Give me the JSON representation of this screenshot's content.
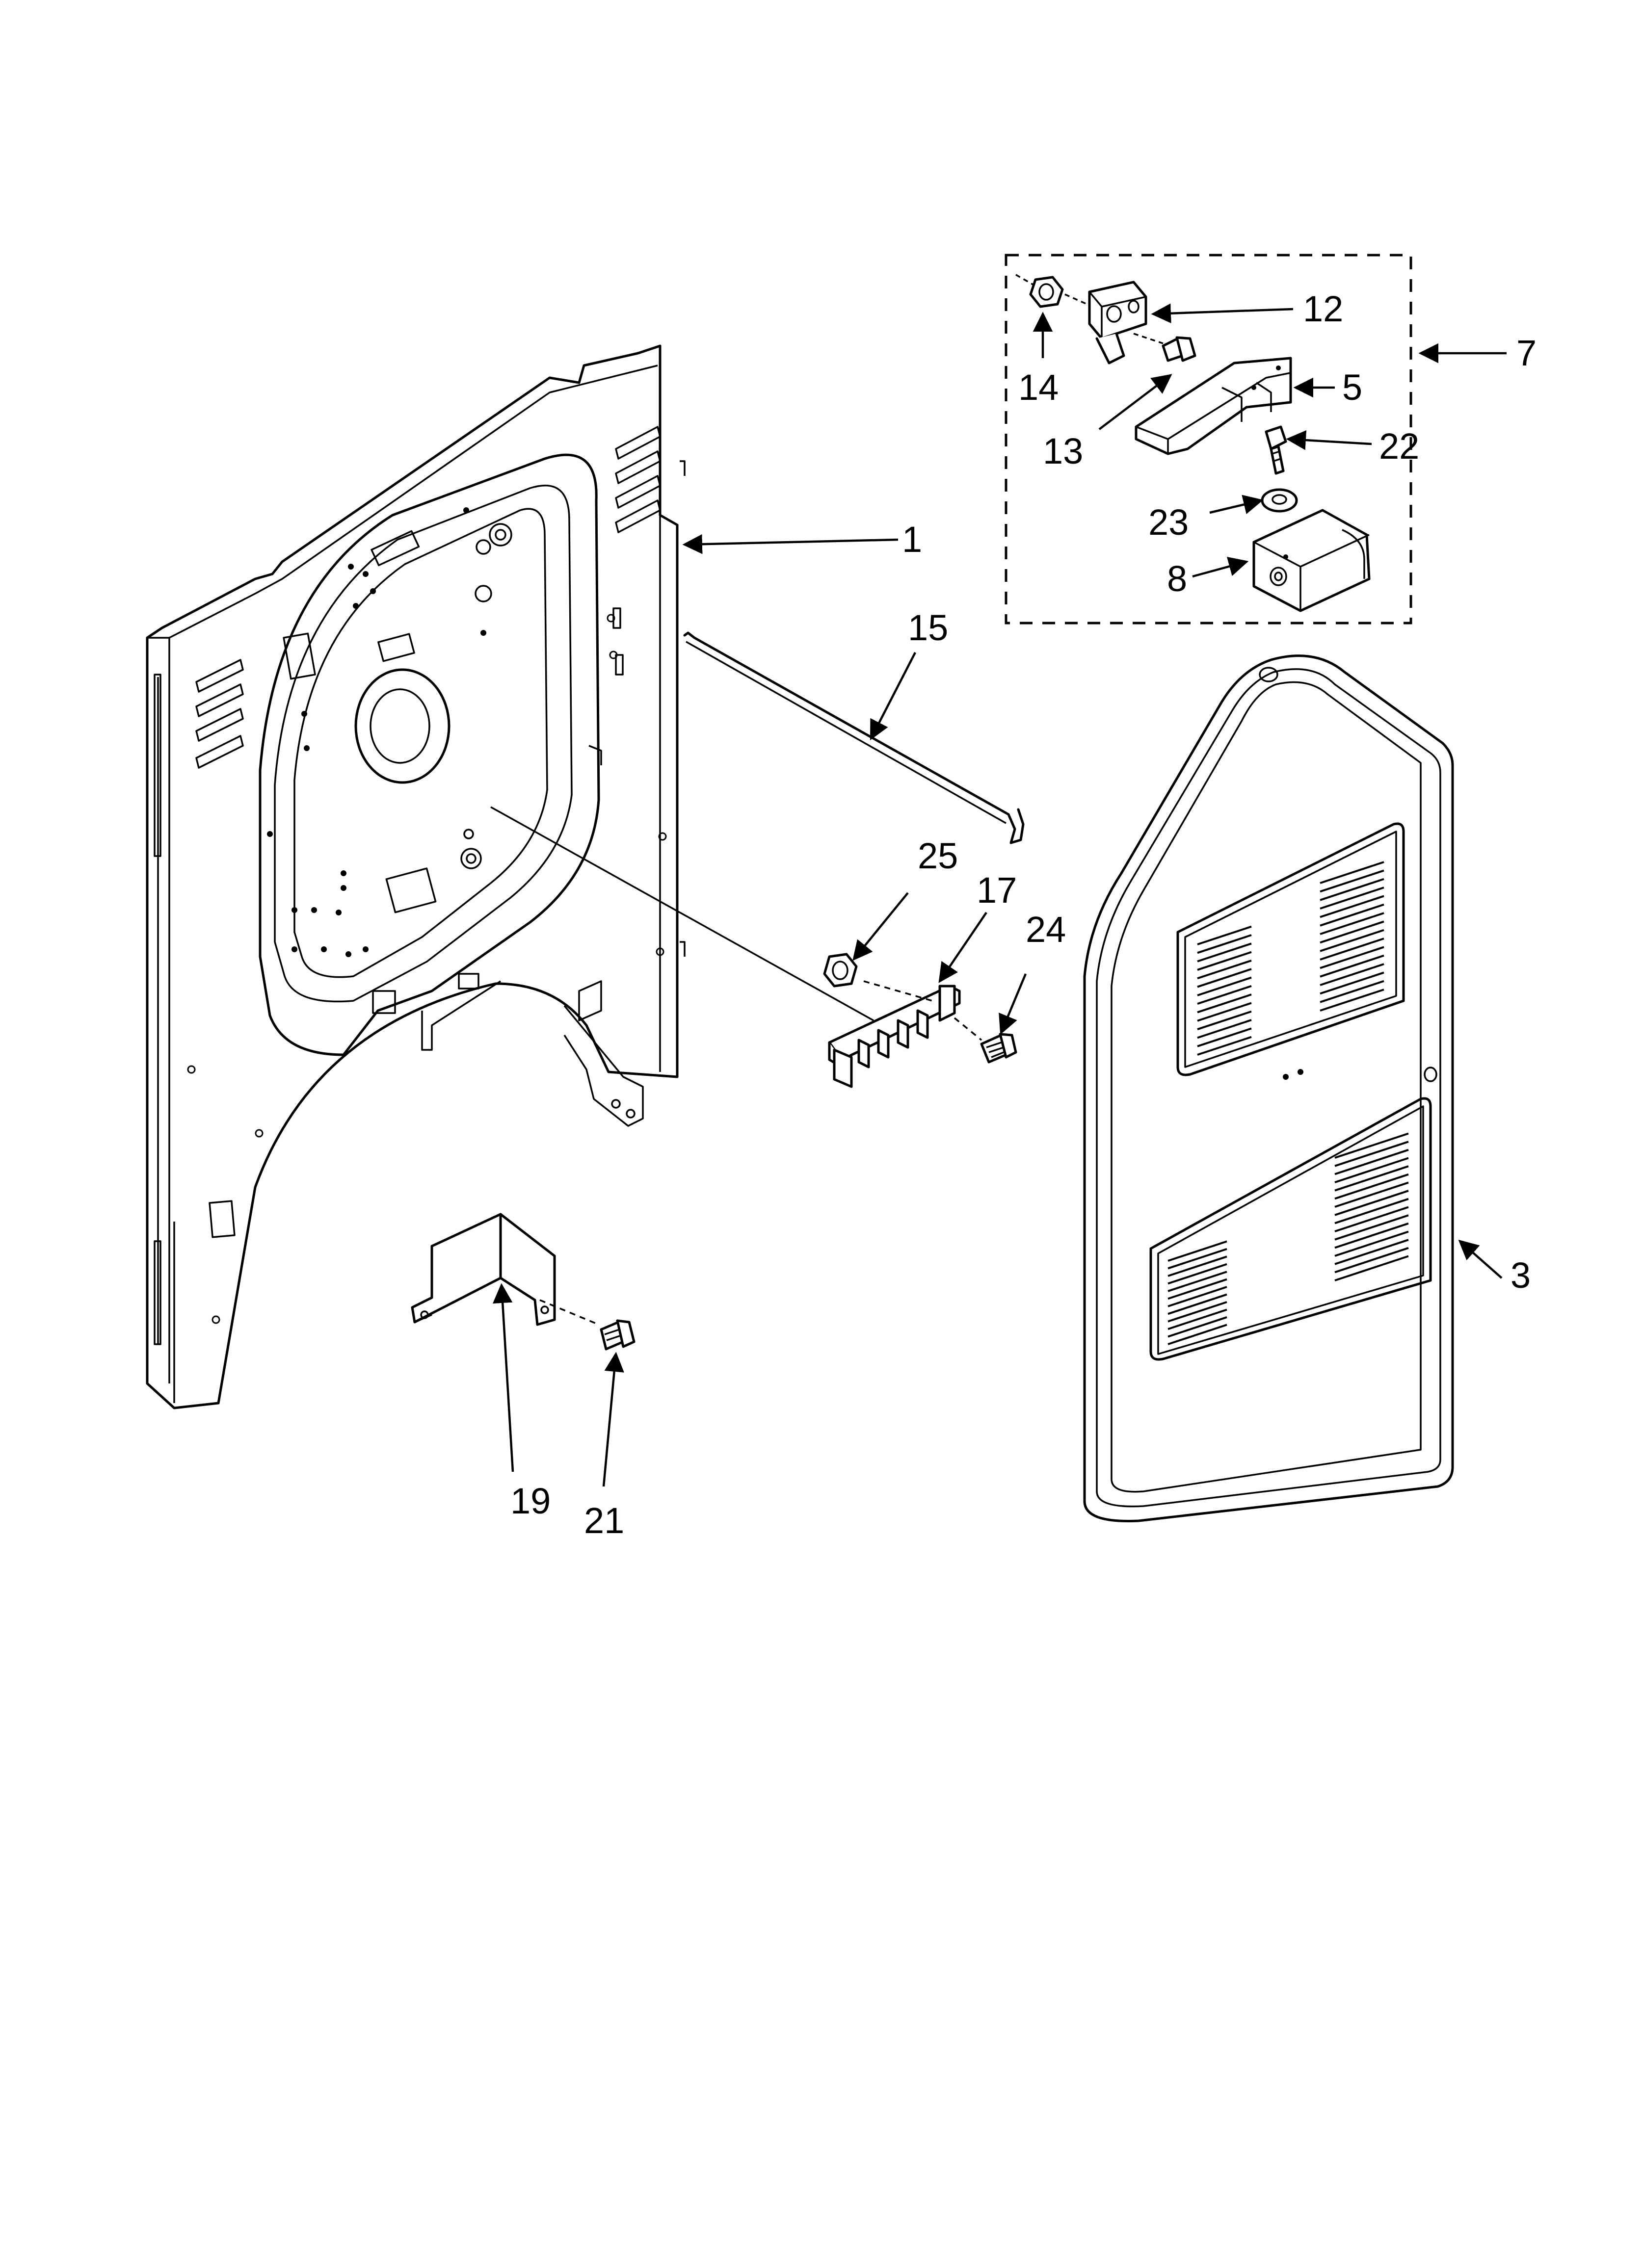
{
  "callouts": {
    "c1": "1",
    "c3": "3",
    "c5": "5",
    "c7": "7",
    "c8": "8",
    "c12": "12",
    "c13": "13",
    "c14": "14",
    "c15": "15",
    "c17": "17",
    "c19": "19",
    "c21": "21",
    "c22": "22",
    "c23": "23",
    "c24": "24",
    "c25": "25"
  }
}
